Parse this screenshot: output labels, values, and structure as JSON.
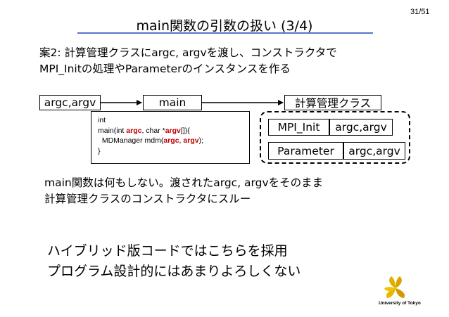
{
  "slide": {
    "page_number": "31/51",
    "title": "main関数の引数の扱い (3/4)",
    "plan_line1": "案2: 計算管理クラスにargc, argvを渡し、コンストラクタで",
    "plan_line2": "MPI_Initの処理やParameterのインスタンスを作る"
  },
  "diagram": {
    "args_label": "argc,argv",
    "main_label": "main",
    "manager_label": "計算管理クラス",
    "mpi_init_label": "MPI_Init",
    "mpi_init_args": "argc,argv",
    "parameter_label": "Parameter",
    "parameter_args": "argc,argv",
    "code": {
      "line1": "int",
      "line2_prefix": "main(int ",
      "line2_argc": "argc",
      "line2_mid": ", char *",
      "line2_argv": "argv",
      "line2_suffix": "[]){",
      "line3_prefix": "  MDManager mdm(",
      "line3_argc": "argc",
      "line3_mid": ", ",
      "line3_argv": "argv",
      "line3_suffix": ");",
      "line4": "}"
    }
  },
  "notes": {
    "line1": "main関数は何もしない。渡されたargc, argvをそのまま",
    "line2": "計算管理クラスのコンストラクタにスルー"
  },
  "conclusion": {
    "line1": "ハイブリッド版コードではこちらを採用",
    "line2": "プログラム設計的にはあまりよろしくない"
  },
  "logo": {
    "caption": "University of Tokyo",
    "color": "#e0b000"
  }
}
